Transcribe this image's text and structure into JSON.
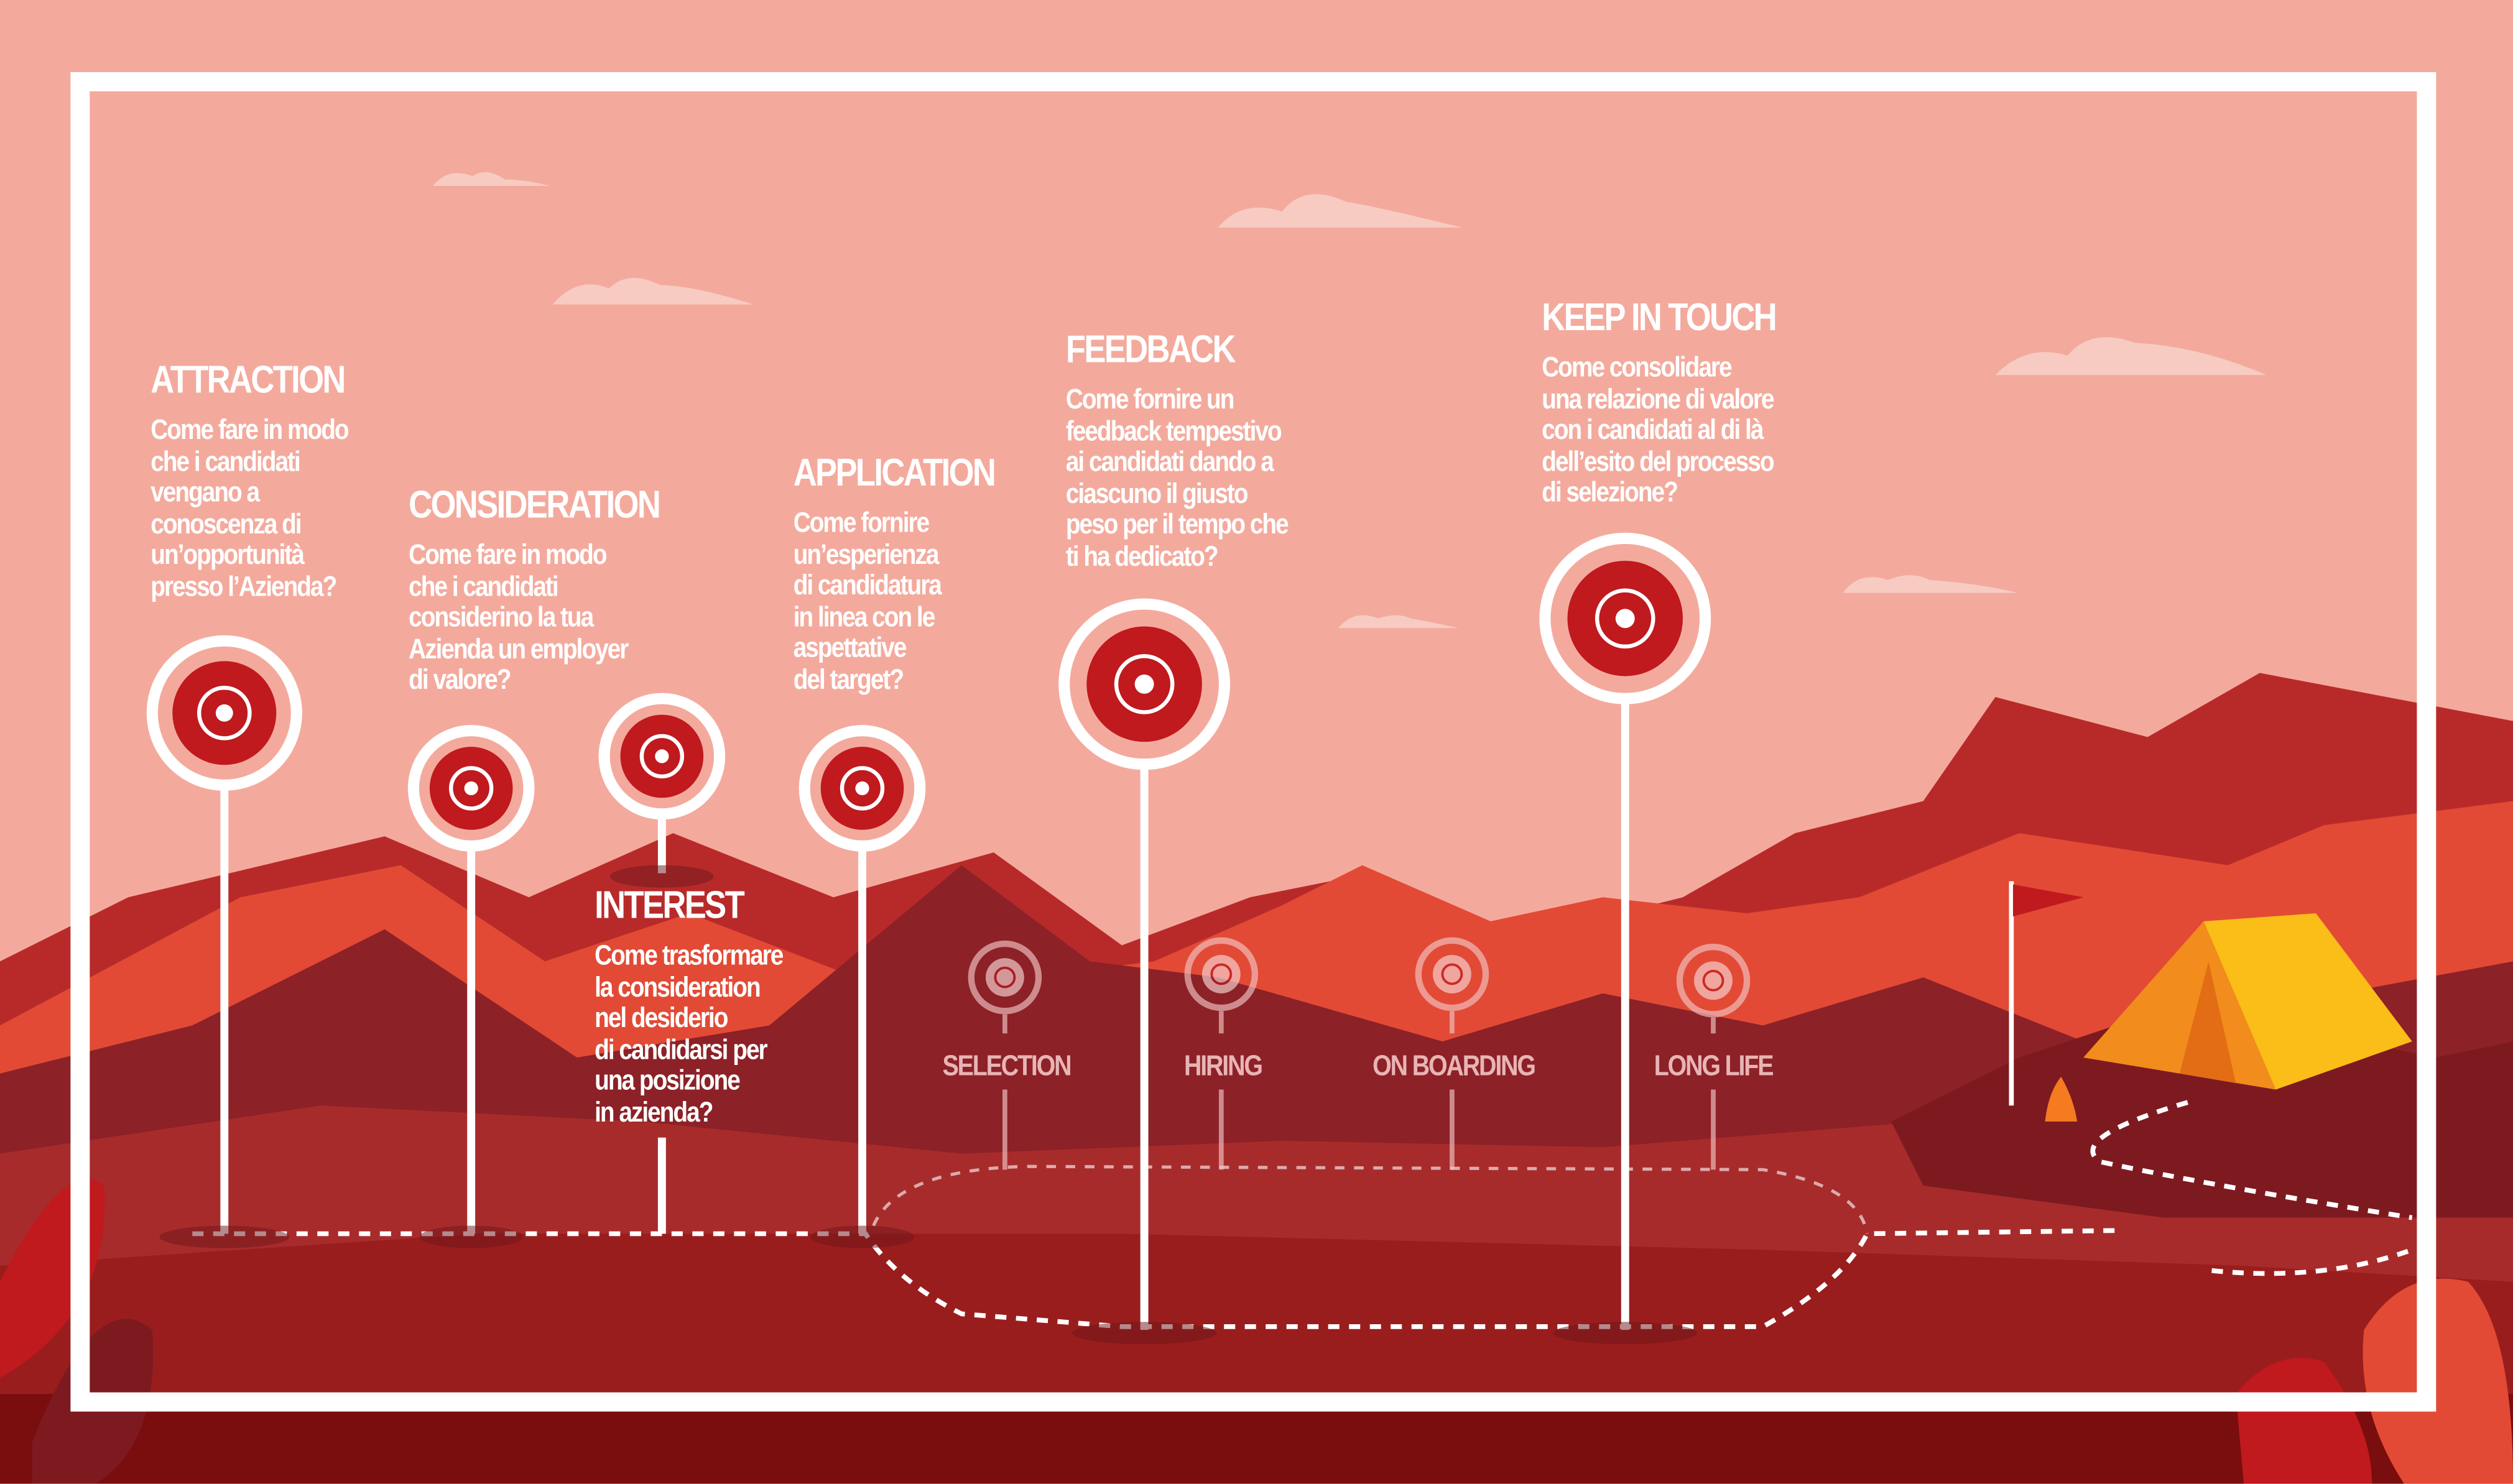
{
  "colors": {
    "sky": "#f3aa9d",
    "brand_red": "#c0191e",
    "frame": "#ffffff",
    "tent": "#fbbd18"
  },
  "steps": [
    {
      "title": "ATTRACTION",
      "text": "Come fare in modo\nche i candidati\nvengano a\nconoscenza di\nun’opportunità\npresso l’Azienda?",
      "icon": "magnet-icon"
    },
    {
      "title": "CONSIDERATION",
      "text": "Come fare in modo\nche i candidati\nconsiderino la tua\nAzienda un employer\ndi valore?",
      "icon": "target-icon"
    },
    {
      "title": "INTEREST",
      "text": "Come trasformare\nla consideration\nnel desiderio\ndi candidarsi per\nuna posizione\nin azienda?",
      "icon": "ok-hand-icon"
    },
    {
      "title": "APPLICATION",
      "text": "Come fornire\nun’esperienza\ndi candidatura\nin linea con le\naspettative\ndel target?",
      "icon": "phone-touch-icon"
    },
    {
      "title": "FEEDBACK",
      "text": "Come fornire un\nfeedback tempestivo\nai candidati dando a\nciascuno il giusto\npeso per il tempo che\nti ha dedicato?",
      "icon": "send-mail-icon"
    },
    {
      "title": "KEEP IN TOUCH",
      "text": "Come consolidare\nuna relazione di valore\ncon i candidati al di là\ndell’esito del processo\ndi selezione?",
      "icon": "tap-finger-icon"
    }
  ],
  "sub_stages": [
    {
      "label": "SELECTION",
      "icon": "target-arrow-icon"
    },
    {
      "label": "HIRING",
      "icon": "thumbs-up-icon"
    },
    {
      "label": "ON BOARDING",
      "icon": "airplane-icon"
    },
    {
      "label": "LONG LIFE",
      "icon": "handshake-icon"
    }
  ]
}
